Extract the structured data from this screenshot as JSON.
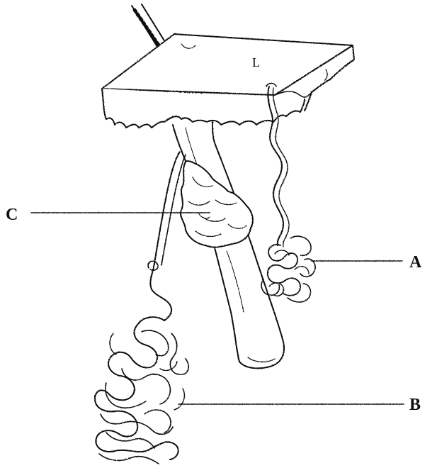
{
  "figure": {
    "labels": {
      "skin": "L",
      "c": "C",
      "a": "A",
      "b": "B"
    },
    "colors": {
      "ink": "#111111",
      "paper": "#ffffff"
    }
  }
}
